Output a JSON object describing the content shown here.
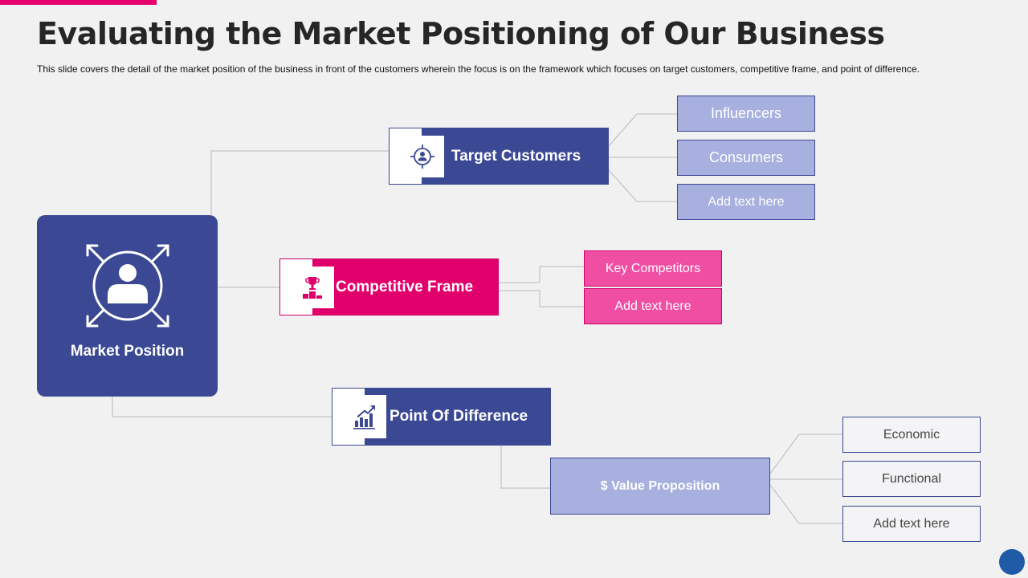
{
  "slide": {
    "title": "Evaluating the Market Positioning of Our Business",
    "subtitle": "This slide covers the detail of the market position of the business in front of the customers wherein the focus is on the framework  which focuses on target customers, competitive frame,  and point of difference."
  },
  "colors": {
    "accent_pink": "#e6006e",
    "navy": "#3b4994",
    "light_blue": "#a7b0de",
    "light_pink": "#f04ea3"
  },
  "diagram": {
    "root": {
      "label": "Market Position",
      "icon": "user-expand-icon"
    },
    "target_customers": {
      "label": "Target Customers",
      "icon": "target-user-icon",
      "items": [
        "Influencers",
        "Consumers",
        "Add text here"
      ]
    },
    "competitive_frame": {
      "label": "Competitive Frame",
      "icon": "trophy-podium-icon",
      "items": [
        "Key Competitors",
        "Add text here"
      ]
    },
    "point_of_difference": {
      "label": "Point Of Difference",
      "icon": "bar-chart-growth-icon",
      "value_proposition": {
        "label": "$ Value Proposition",
        "items": [
          "Economic",
          "Functional",
          "Add text here"
        ]
      }
    }
  }
}
